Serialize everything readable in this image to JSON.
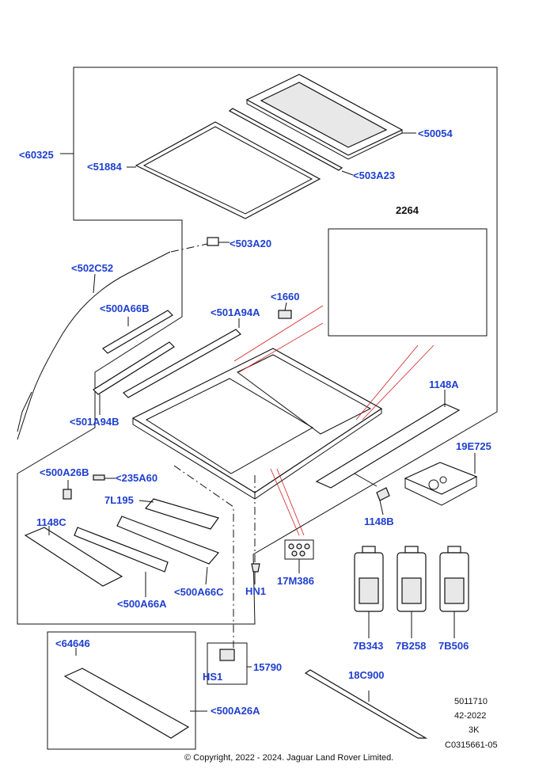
{
  "parts": {
    "p60325": "<60325",
    "p51884": "<51884",
    "p50054": "<50054",
    "p503A23": "<503A23",
    "p503A20": "<503A20",
    "p2264": "2264",
    "p502C52": "<502C52",
    "p500A66B": "<500A66B",
    "p1660": "<1660",
    "p501A94A": "<501A94A",
    "p501A94B": "<501A94B",
    "p1148A": "1148A",
    "p19E725": "19E725",
    "p500A26B": "<500A26B",
    "p235A60": "<235A60",
    "p7L195": "7L195",
    "p1148B": "1148B",
    "p1148C": "1148C",
    "p17M386": "17M386",
    "pHN1": "HN1",
    "p500A66C": "<500A66C",
    "p500A66A": "<500A66A",
    "p7B343": "7B343",
    "p7B258": "7B258",
    "p7B506": "7B506",
    "p64646": "<64646",
    "p15790": "15790",
    "pHS1": "HS1",
    "p500A26A": "<500A26A",
    "p18C900": "18C900"
  },
  "reference": {
    "line1": "5011710",
    "line2": "42-2022",
    "line3": "3K",
    "line4": "C0315661-05"
  },
  "copyright": "© Copyright, 2022 - 2024. Jaguar Land Rover Limited.",
  "colors": {
    "label": "#1f3fd0",
    "leader_red": "#d42020"
  }
}
